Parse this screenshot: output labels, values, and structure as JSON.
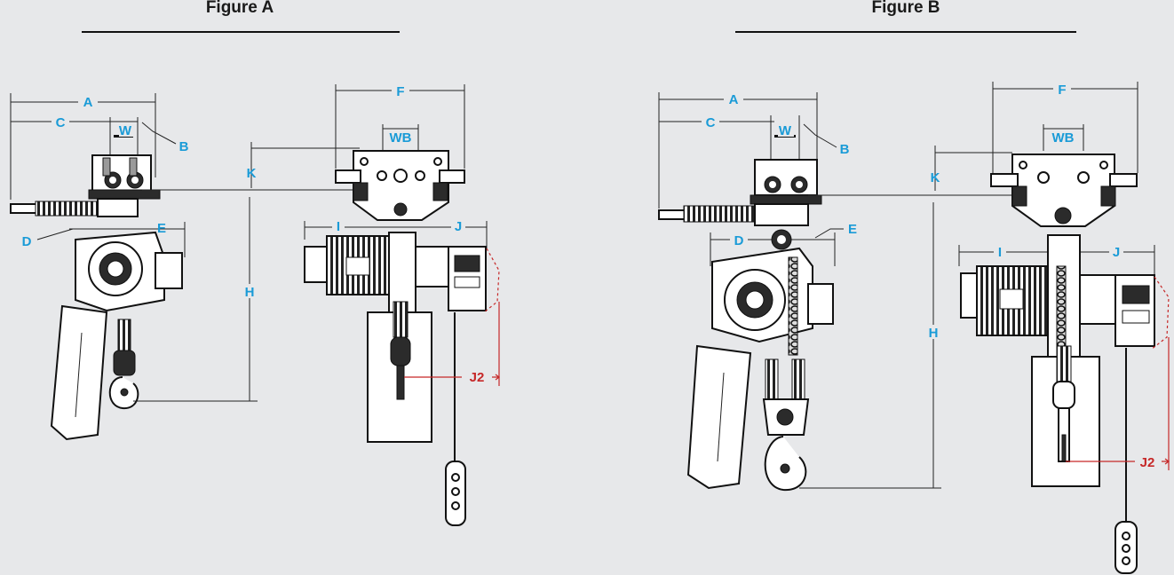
{
  "figures": [
    {
      "title": "Figure A"
    },
    {
      "title": "Figure B"
    }
  ],
  "dimension_labels": {
    "a": "A",
    "b": "B",
    "c": "C",
    "d": "D",
    "e": "E",
    "f": "F",
    "h": "H",
    "i": "I",
    "j": "J",
    "j2": "J2",
    "k": "K",
    "w": "W",
    "wb": "WB"
  },
  "colors": {
    "dimension_label": "#1a9bd7",
    "j2_label": "#c62828",
    "background": "#e7e8ea"
  }
}
